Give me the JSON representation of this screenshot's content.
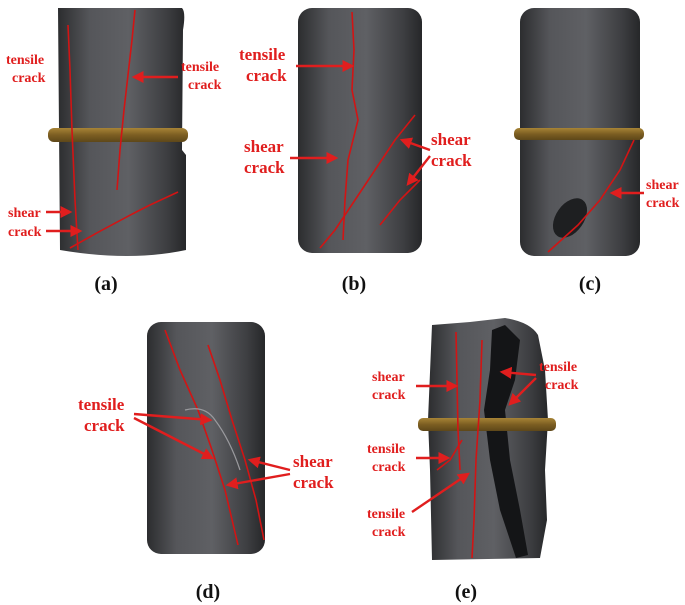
{
  "colors": {
    "crack_annotation": "#e01e1e",
    "crack_line": "#d21414",
    "rock_dark": "#3a3b3d",
    "rock_light": "#6a6b6e",
    "band": "#8a6a2a",
    "label": "#111111"
  },
  "panels": {
    "a": {
      "label": "(a)",
      "tensile_left": [
        "tensile",
        "crack"
      ],
      "tensile_right": [
        "tensile",
        "crack"
      ],
      "shear": [
        "shear",
        "crack"
      ]
    },
    "b": {
      "label": "(b)",
      "tensile": [
        "tensile",
        "crack"
      ],
      "shear_left": [
        "shear",
        "crack"
      ],
      "shear_right": [
        "shear",
        "crack"
      ]
    },
    "c": {
      "label": "(c)",
      "shear": [
        "shear",
        "crack"
      ]
    },
    "d": {
      "label": "(d)",
      "tensile": [
        "tensile",
        "crack"
      ],
      "shear": [
        "shear",
        "crack"
      ]
    },
    "e": {
      "label": "(e)",
      "shear": [
        "shear",
        "crack"
      ],
      "tensile_right": [
        "tensile",
        "crack"
      ],
      "tensile_left": [
        "tensile",
        "crack"
      ],
      "tensile_bottom": [
        "tensile",
        "crack"
      ]
    }
  }
}
